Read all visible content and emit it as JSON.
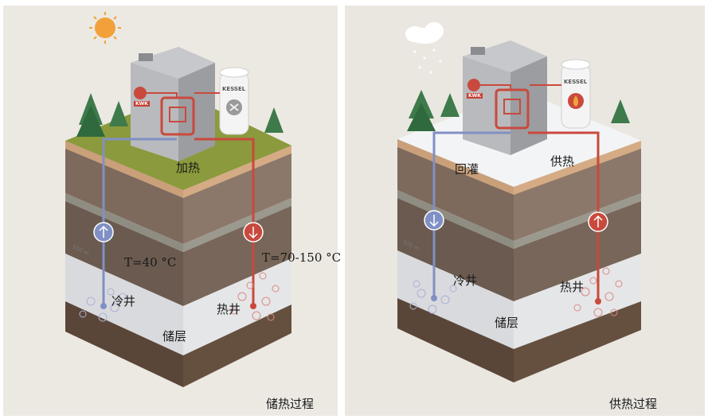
{
  "left": {
    "caption": "储热过程",
    "surface_label": "加热",
    "cold_temp": "T=40 °C",
    "hot_temp": "T=70-150 °C",
    "cold_well": "冷井",
    "hot_well": "热井",
    "reservoir": "储层",
    "depth": "500 m",
    "tank": "KESSEL",
    "chp": "KWK"
  },
  "right": {
    "caption": "供热过程",
    "reinjection": "回灌",
    "supply": "供热",
    "cold_well": "冷井",
    "hot_well": "热井",
    "reservoir": "储层",
    "depth": "500 m",
    "tank": "KESSEL",
    "chp": "KWK"
  },
  "colors": {
    "cold_pipe": "#8190c4",
    "hot_pipe": "#c9493d",
    "grass": "#8b9a3c",
    "snow": "#f3f4f6"
  }
}
